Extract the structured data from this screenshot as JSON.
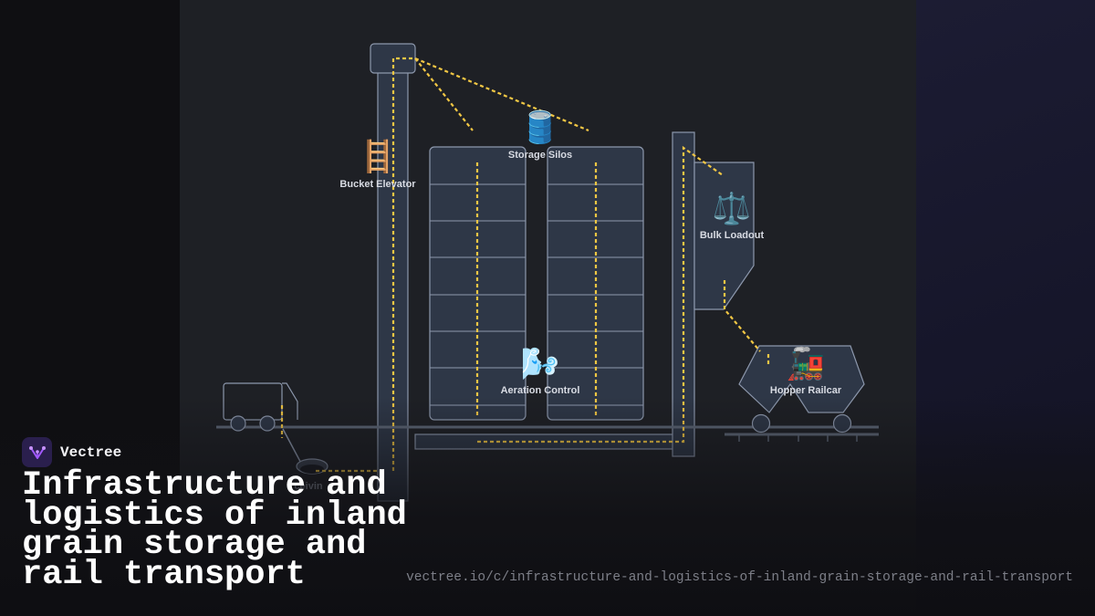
{
  "brand": {
    "name": "Vectree",
    "logo_icon": "vectree-logo-icon",
    "accent": "#a259ff"
  },
  "title": "Infrastructure and logistics of inland grain storage and rail transport",
  "url": "vectree.io/c/infrastructure-and-logistics-of-inland-grain-storage-and-rail-transport",
  "diagram": {
    "flow_color": "#f2c744",
    "outline_color": "#8d98ad",
    "fill_color": "#2e3747",
    "components": [
      {
        "id": "bucket-elevator",
        "label": "Bucket Elevator",
        "icon": "ladder-icon",
        "glyph": "🪜"
      },
      {
        "id": "storage-silos",
        "label": "Storage Silos",
        "icon": "oil-drum-icon",
        "glyph": "🛢️"
      },
      {
        "id": "bulk-loadout",
        "label": "Bulk Loadout",
        "icon": "balance-scale-icon",
        "glyph": "⚖️"
      },
      {
        "id": "aeration-control",
        "label": "Aeration Control",
        "icon": "wind-icon",
        "glyph": "🌬️"
      },
      {
        "id": "hopper-railcar",
        "label": "Hopper Railcar",
        "icon": "locomotive-icon",
        "glyph": "🚂"
      },
      {
        "id": "receiving-pit",
        "label": "Receiving Pit",
        "visible_label": "ceivin"
      }
    ]
  }
}
